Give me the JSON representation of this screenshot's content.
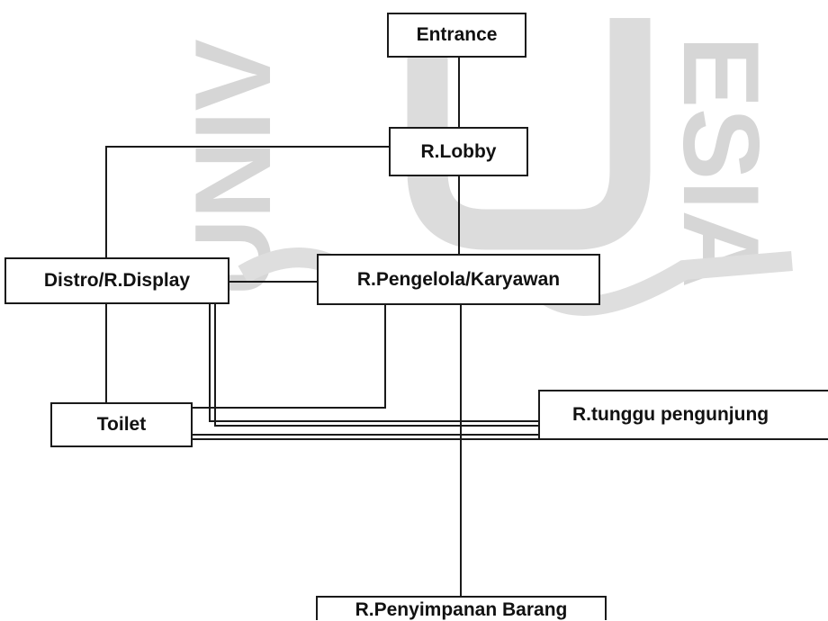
{
  "diagram": {
    "nodes": {
      "entrance": "Entrance",
      "lobby": "R.Lobby",
      "distro": "Distro/R.Display",
      "pengelola": "R.Pengelola/Karyawan",
      "toilet": "Toilet",
      "tunggu": "R.tunggu pengunjung",
      "penyimpanan": "R.Penyimpanan Barang"
    },
    "watermark": {
      "left": "UNIV",
      "right": "ESIA"
    },
    "colors": {
      "line": "#1a1a1a",
      "watermark": "#d6d6d6",
      "background": "#ffffff"
    }
  }
}
